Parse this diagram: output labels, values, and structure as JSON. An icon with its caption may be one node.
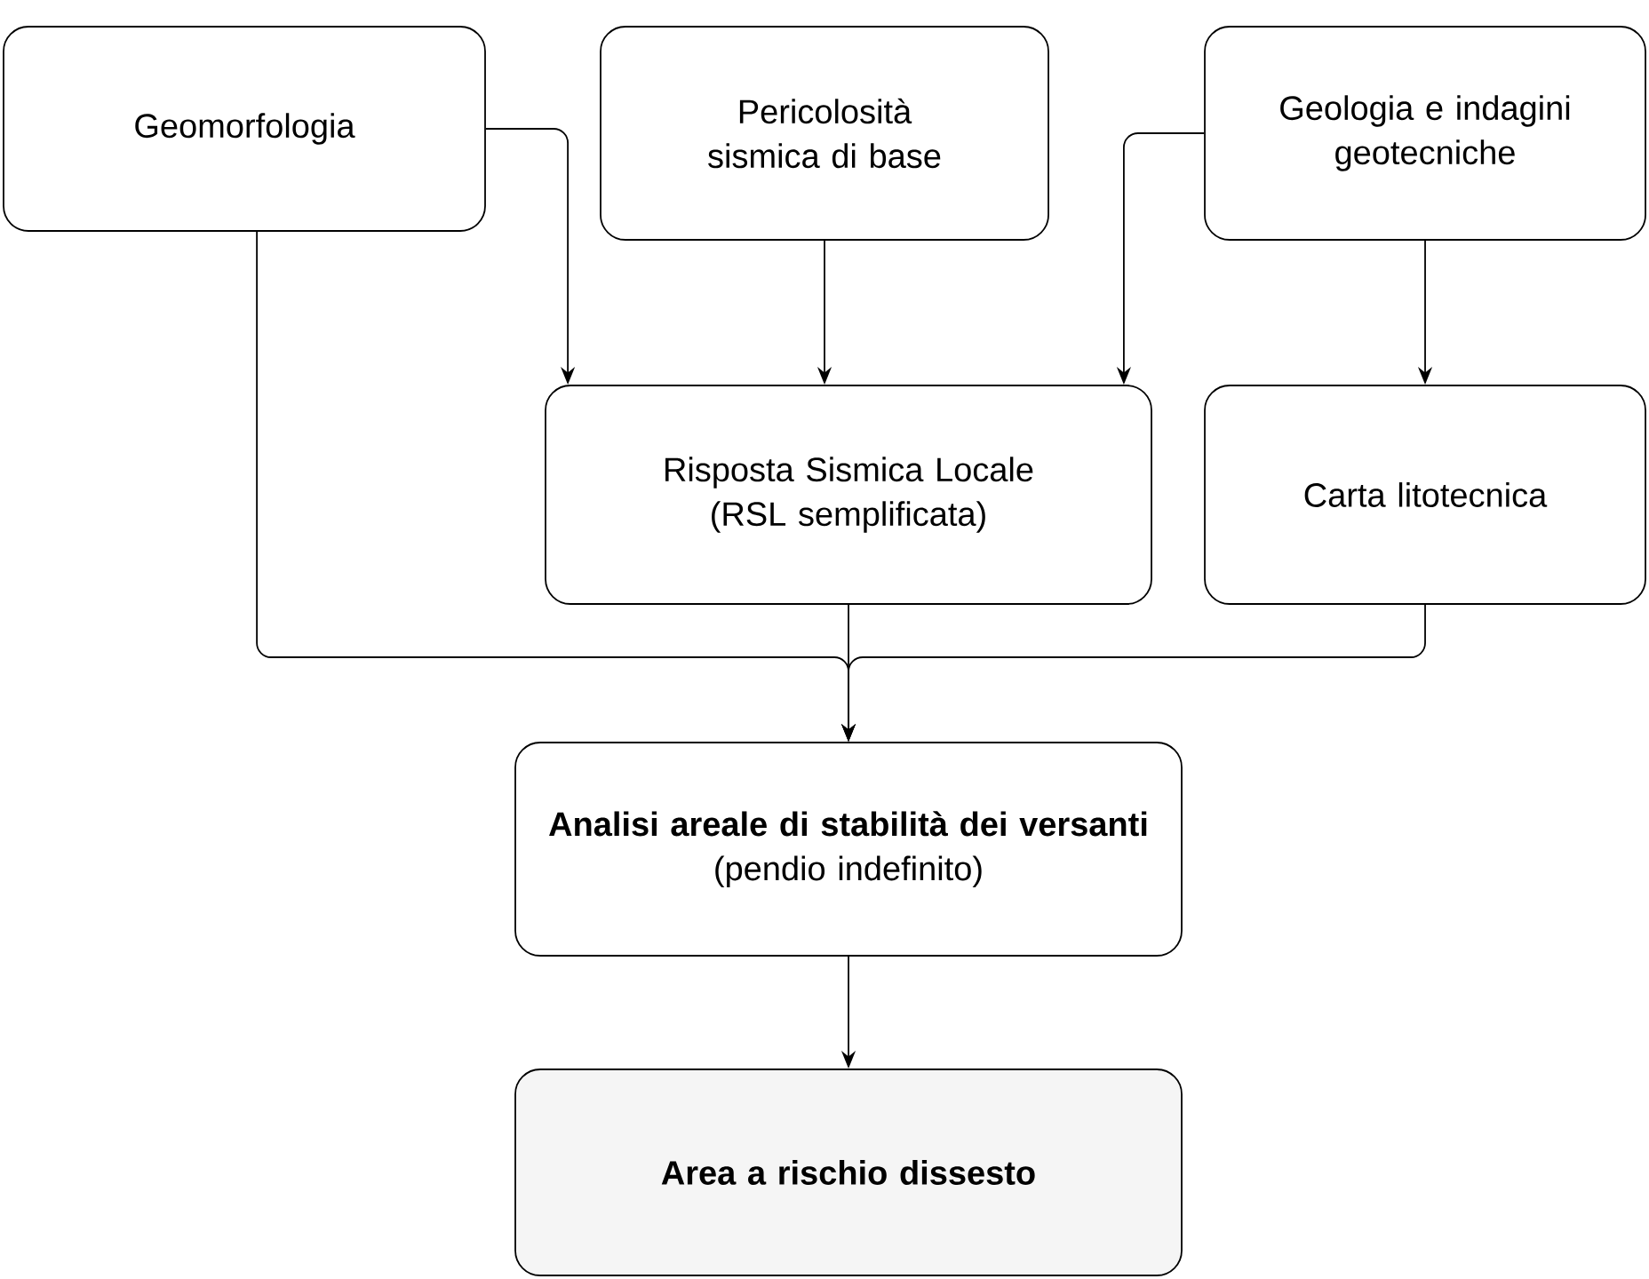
{
  "diagram": {
    "nodes": [
      {
        "text": [
          "Geomorfologia"
        ]
      },
      {
        "text": [
          "Pericolosità sismica di base"
        ]
      },
      {
        "text": [
          "Geologia e indagini geotecniche"
        ]
      },
      {
        "text": [
          "Risposta Sismica Locale (RSL semplificata)"
        ]
      },
      {
        "text": [
          "Carta litotecnica"
        ]
      },
      {
        "text": [
          "Analisi areale di stabilità dei versanti",
          "(pendio indefinito)"
        ]
      },
      {
        "text": [
          "Area a rischio dissesto"
        ]
      }
    ],
    "edges": [
      {
        "from": 0,
        "to": 3,
        "arrow": "to"
      },
      {
        "from": 1,
        "to": 3,
        "arrow": "to"
      },
      {
        "from": 2,
        "to": 3,
        "arrow": "to"
      },
      {
        "from": 2,
        "to": 4,
        "arrow": "to"
      },
      {
        "from": 0,
        "to": 5,
        "arrow": "to"
      },
      {
        "from": 3,
        "to": 5,
        "arrow": "to"
      },
      {
        "from": 4,
        "to": 5,
        "arrow": "to"
      },
      {
        "from": 5,
        "to": 6,
        "arrow": "to"
      }
    ]
  }
}
